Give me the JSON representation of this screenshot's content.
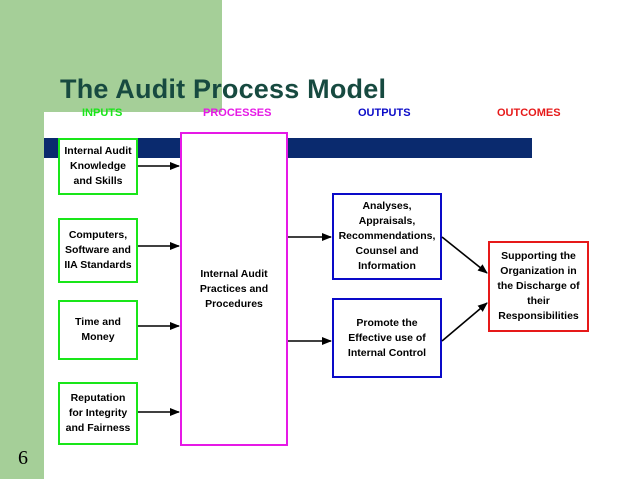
{
  "title": "The Audit Process Model",
  "columns": {
    "inputs": {
      "label": "INPUTS",
      "color": "#19e619"
    },
    "processes": {
      "label": "PROCESSES",
      "color": "#e619e6"
    },
    "outputs": {
      "label": "OUTPUTS",
      "color": "#0a0ac8"
    },
    "outcomes": {
      "label": "OUTCOMES",
      "color": "#e61919"
    }
  },
  "inputs": [
    "Internal Audit\nKnowledge\nand Skills",
    "Computers,\nSoftware and\nIIA Standards",
    "Time and\nMoney",
    "Reputation\nfor Integrity\nand Fairness"
  ],
  "process": "Internal Audit\nPractices and\nProcedures",
  "outputs": [
    "Analyses,\nAppraisals,\nRecommendations,\nCounsel and\nInformation",
    "Promote the\nEffective use of\nInternal Control"
  ],
  "outcome": "Supporting the\nOrganization in\nthe Discharge of\ntheir\nResponsibilities",
  "slide_number": "6"
}
